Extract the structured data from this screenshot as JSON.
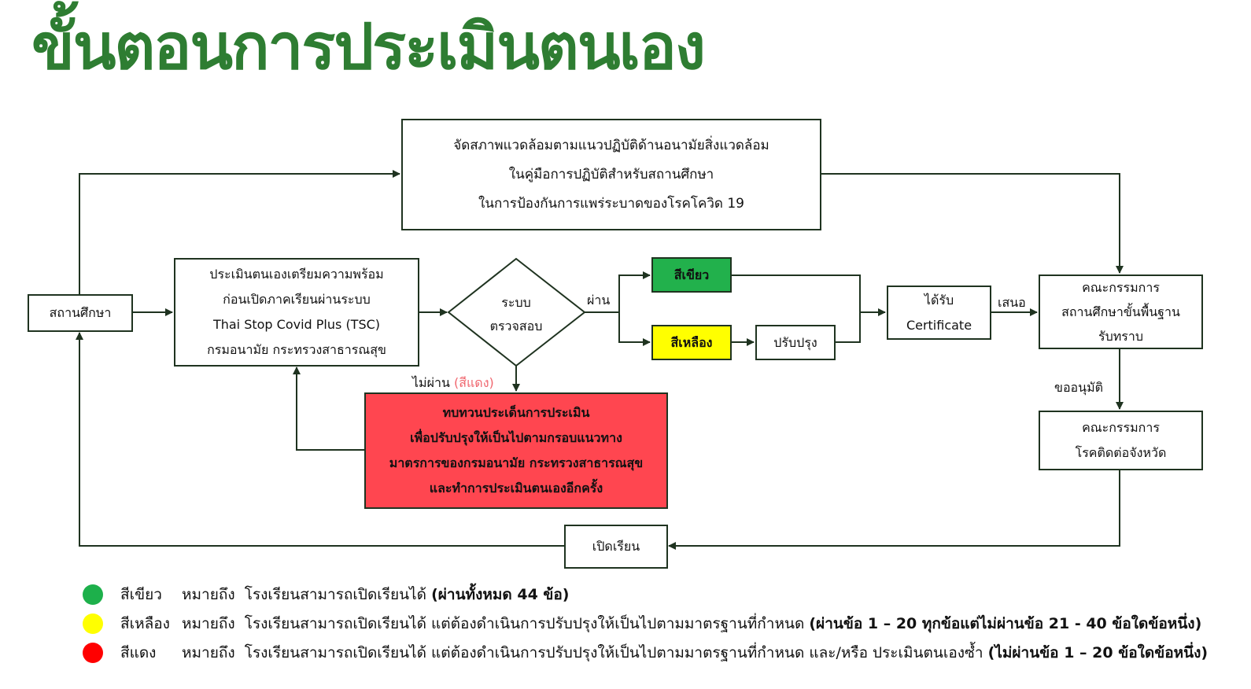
{
  "title": "ขั้นตอนการประเมินตนเอง",
  "nodes": {
    "guideline": [
      "จัดสภาพแวดล้อมตามแนวปฏิบัติด้านอนามัยสิ่งแวดล้อม",
      "ในคู่มือการปฏิบัติสำหรับสถานศึกษา",
      "ในการป้องกันการแพร่ระบาดของโรคโควิด 19"
    ],
    "school": "สถานศึกษา",
    "assessment": [
      "ประเมินตนเองเตรียมความพร้อม",
      "ก่อนเปิดภาคเรียนผ่านระบบ",
      "Thai Stop Covid Plus (TSC)",
      "กรมอนามัย กระทรวงสาธารณสุข"
    ],
    "check": [
      "ระบบ",
      "ตรวจสอบ"
    ],
    "green": "สีเขียว",
    "yellow": "สีเหลือง",
    "improve": "ปรับปรุง",
    "certificate": [
      "ได้รับ",
      "Certificate"
    ],
    "committee": [
      "คณะกรรมการ",
      "สถานศึกษาขั้นพื้นฐาน",
      "รับทราบ"
    ],
    "provincial": [
      "คณะกรรมการ",
      "โรคติดต่อจังหวัด"
    ],
    "review": [
      "ทบทวนประเด็นการประเมิน",
      "เพื่อปรับปรุงให้เป็นไปตามกรอบแนวทาง",
      "มาตรการของกรมอนามัย กระทรวงสาธารณสุข",
      "และทำการประเมินตนเองอีกครั้ง"
    ],
    "open": "เปิดเรียน"
  },
  "labels": {
    "pass": "ผ่าน",
    "fail": "ไม่ผ่าน",
    "fail_color": "(สีแดง)",
    "propose": "เสนอ",
    "approve": "ขออนุมัติ"
  },
  "legend": [
    {
      "color": "#1db04b",
      "name": "สีเขียว",
      "means": "หมายถึง",
      "text": "โรงเรียนสามารถเปิดเรียนได้",
      "bold": "(ผ่านทั้งหมด 44 ข้อ)"
    },
    {
      "color": "#ffff00",
      "name": "สีเหลือง",
      "means": "หมายถึง",
      "text": "โรงเรียนสามารถเปิดเรียนได้ แต่ต้องดำเนินการปรับปรุงให้เป็นไปตามมาตรฐานที่กำหนด",
      "bold": "(ผ่านข้อ 1 – 20 ทุกข้อแต่ไม่ผ่านข้อ 21 - 40 ข้อใดข้อหนึ่ง)"
    },
    {
      "color": "#ff0000",
      "name": "สีแดง",
      "means": "หมายถึง",
      "text": "โรงเรียนสามารถเปิดเรียนได้ แต่ต้องดำเนินการปรับปรุงให้เป็นไปตามมาตรฐานที่กำหนด และ/หรือ ประเมินตนเองซ้ำ",
      "bold": "(ไม่ผ่านข้อ 1 – 20 ข้อใดข้อหนึ่ง)"
    }
  ],
  "colors": {
    "title": "#2e7d32",
    "line": "#1f3320",
    "green_box": "#22b14c",
    "yellow_box": "#ffff00",
    "red_box": "#ff4650"
  }
}
